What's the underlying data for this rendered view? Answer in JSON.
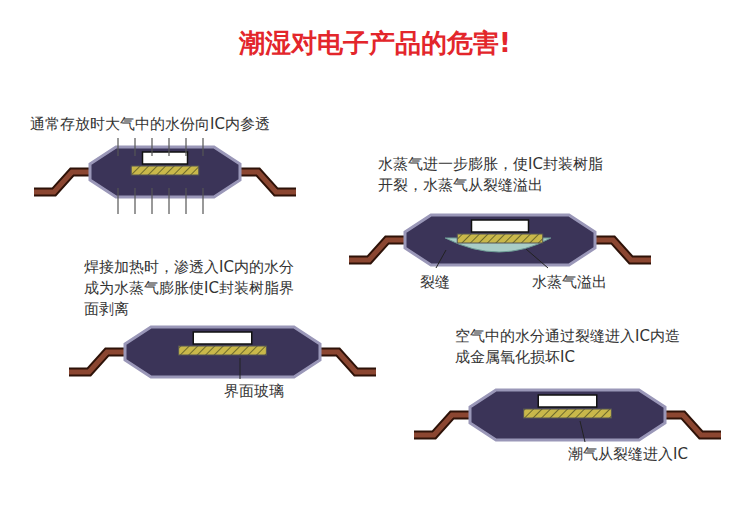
{
  "diagram": {
    "title": "潮湿对电子产品的危害!",
    "labels": [
      "通常存放时大气中的水份向IC内参透",
      "水蒸气进一步膨胀，使IC封装树脂 开裂，水蒸气从裂缝溢出",
      "裂缝",
      "水蒸气溢出",
      "焊接加热时，渗透入IC内的水分 成为水蒸气膨胀使IC封装树脂界 面剥离",
      "界面玻璃",
      "空气中的水分通过裂缝进入IC内造 成金属氧化损坏IC",
      "潮气从裂缝进入IC"
    ]
  }
}
